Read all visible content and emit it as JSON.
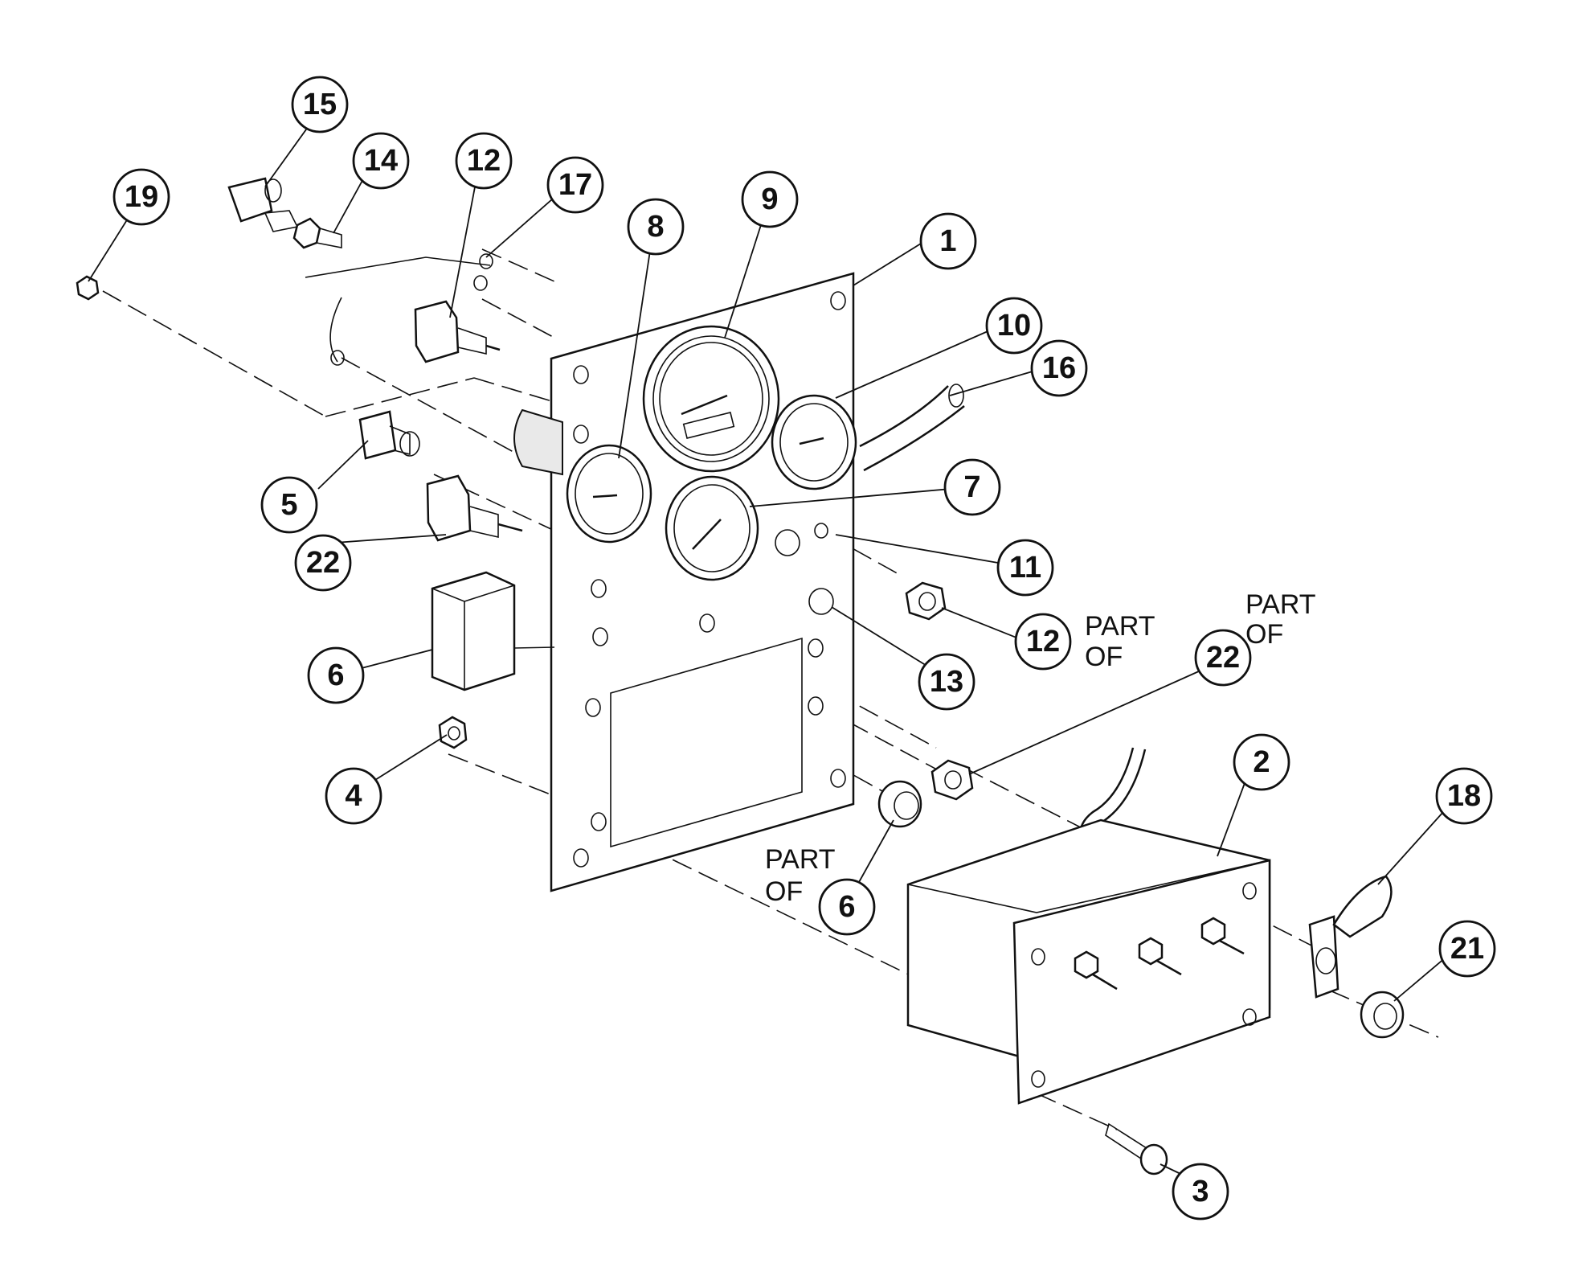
{
  "callouts": [
    {
      "id": "c15",
      "label": "15"
    },
    {
      "id": "c14",
      "label": "14"
    },
    {
      "id": "c12a",
      "label": "12"
    },
    {
      "id": "c17",
      "label": "17"
    },
    {
      "id": "c19",
      "label": "19"
    },
    {
      "id": "c8",
      "label": "8"
    },
    {
      "id": "c9",
      "label": "9"
    },
    {
      "id": "c1",
      "label": "1"
    },
    {
      "id": "c10",
      "label": "10"
    },
    {
      "id": "c16",
      "label": "16"
    },
    {
      "id": "c5",
      "label": "5"
    },
    {
      "id": "c7",
      "label": "7"
    },
    {
      "id": "c22a",
      "label": "22"
    },
    {
      "id": "c11",
      "label": "11"
    },
    {
      "id": "c6a",
      "label": "6"
    },
    {
      "id": "c12b",
      "label": "12"
    },
    {
      "id": "c13",
      "label": "13"
    },
    {
      "id": "c22b",
      "label": "22"
    },
    {
      "id": "c4",
      "label": "4"
    },
    {
      "id": "c2",
      "label": "2"
    },
    {
      "id": "c18",
      "label": "18"
    },
    {
      "id": "c6b",
      "label": "6"
    },
    {
      "id": "c21",
      "label": "21"
    },
    {
      "id": "c3",
      "label": "3"
    }
  ],
  "notes": {
    "part_of_12_line1": "PART",
    "part_of_12_line2": "OF",
    "part_of_22_line1": "PART",
    "part_of_22_line2": "OF",
    "part_of_6_line1": "PART",
    "part_of_6_line2": "OF"
  }
}
